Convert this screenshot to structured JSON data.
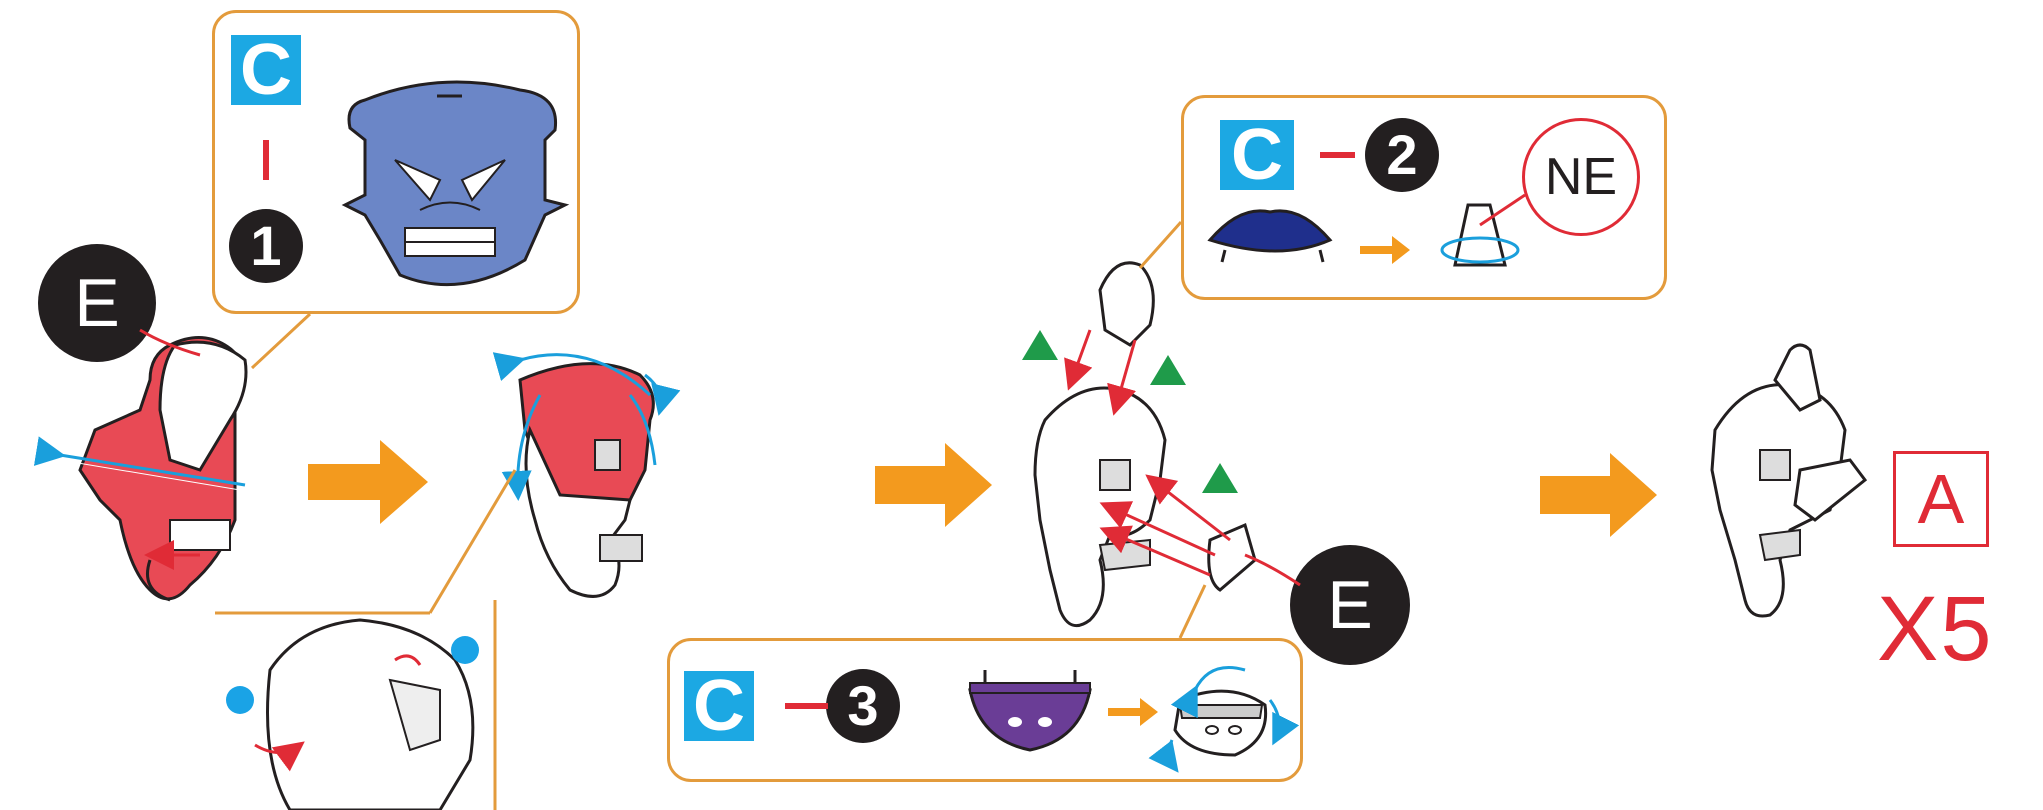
{
  "colors": {
    "callout_border": "#e39b3c",
    "arrow_orange": "#f39a1e",
    "badge_blue": "#1ca8e3",
    "badge_black": "#231f20",
    "accent_red": "#e02b36",
    "part_red": "#e84a55",
    "part_blue": "#6b86c7",
    "part_navy": "#1f2f8c",
    "part_purple": "#6a3d96",
    "fold_arrow_blue": "#1a9fdc",
    "triangle_green": "#1f9b4a",
    "dot_blue": "#1aa3e6"
  },
  "step1_callout": {
    "sheet_letter": "C",
    "part_number": "1",
    "part_icon": "blue-face-mask-part"
  },
  "step2_callout": {
    "sheet_letter": "C",
    "part_number": "2",
    "part_icon": "navy-cone-part",
    "check_label": "NE"
  },
  "step3_callout": {
    "sheet_letter": "C",
    "part_number": "3",
    "part_icon": "purple-snout-part"
  },
  "left_part_label": "E",
  "right_part_label": "E",
  "result": {
    "part_letter": "A",
    "quantity": "X5"
  }
}
